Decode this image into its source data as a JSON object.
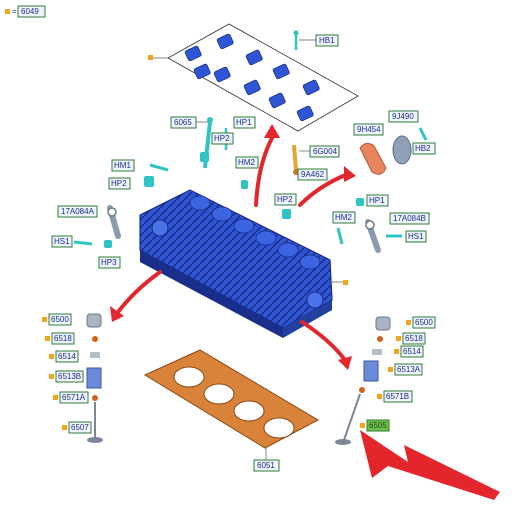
{
  "labels": {
    "l6049": "6049",
    "hb1": "HB1",
    "l6065": "6065",
    "hp1_top": "HP1",
    "hp2_top": "HP2",
    "hm2_top": "HM2",
    "l6g004": "6G004",
    "l9a462": "9A462",
    "hm1": "HM1",
    "hp2_left": "HP2",
    "l17a084a": "17A084A",
    "hs1_left": "HS1",
    "hp3": "HP3",
    "l9h454": "9H454",
    "l9j490": "9J490",
    "hb2": "HB2",
    "hp2_mid": "HP2",
    "hp1_right": "HP1",
    "hm2_right": "HM2",
    "l17a084b": "17A084B",
    "hs1_right": "HS1",
    "l6500_left": "6500",
    "l6518_left": "6518",
    "l6514_left": "6514",
    "l6513b": "6513B",
    "l6571a": "6571A",
    "l6507": "6507",
    "l6051": "6051",
    "l6500_right": "6500",
    "l6518_right": "6518",
    "l6514_right": "6514",
    "l6513a": "6513A",
    "l6571b": "6571B",
    "l6505": "6505"
  },
  "colors": {
    "head_blue": "#2f55d4",
    "head_dark": "#1a2f8c",
    "arrow_red": "#e3262b",
    "gasket_orange": "#d9823a",
    "part_cyan": "#2fc4c4",
    "label_green": "#2e7d32",
    "marker_orange": "#f2a51a"
  }
}
